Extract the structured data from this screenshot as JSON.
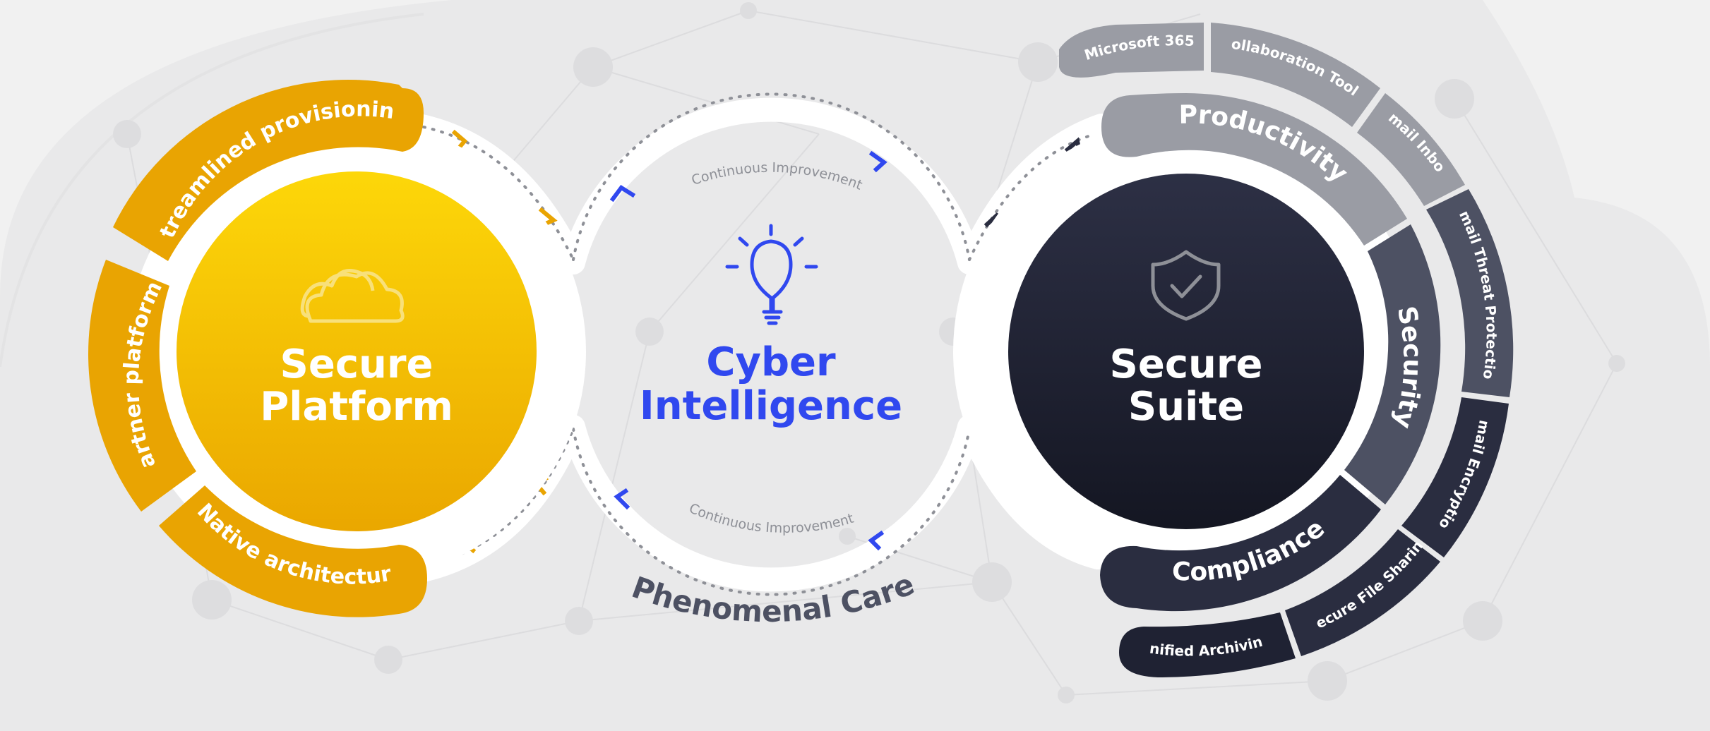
{
  "left": {
    "title_line1": "Secure",
    "title_line2": "Platform",
    "icon": "cloud-icon",
    "segments": {
      "top": "Streamlined provisioning",
      "left": "partner platform",
      "bottom": "Native architecture"
    }
  },
  "center": {
    "title_line1": "Cyber",
    "title_line2": "Intelligence",
    "icon": "lightbulb-icon",
    "loop_top": "Continuous Improvement",
    "loop_bottom": "Continuous Improvement",
    "caption": "Phenomenal Care"
  },
  "right": {
    "title_line1": "Secure",
    "title_line2": "Suite",
    "icon": "shield-check-icon",
    "inner_segments": {
      "productivity": "Productivity",
      "security": "Security",
      "compliance": "Compliance"
    },
    "outer_segments": {
      "microsoft365": "Microsoft 365",
      "collaboration": "Collaboration Tools",
      "email_inbox": "Email Inbox",
      "email_threat": "Email Threat Protection",
      "email_encryption": "Email Encryption",
      "file_sharing": "Secure File Sharing",
      "archiving": "Unified Archiving"
    }
  },
  "colors": {
    "yellow": "#f7c200",
    "orange": "#e9a402",
    "navy": "#1f2233",
    "blue": "#3048ef",
    "gray": "#9a9ca4",
    "slate": "#4d5163",
    "dark": "#2a2d40"
  }
}
